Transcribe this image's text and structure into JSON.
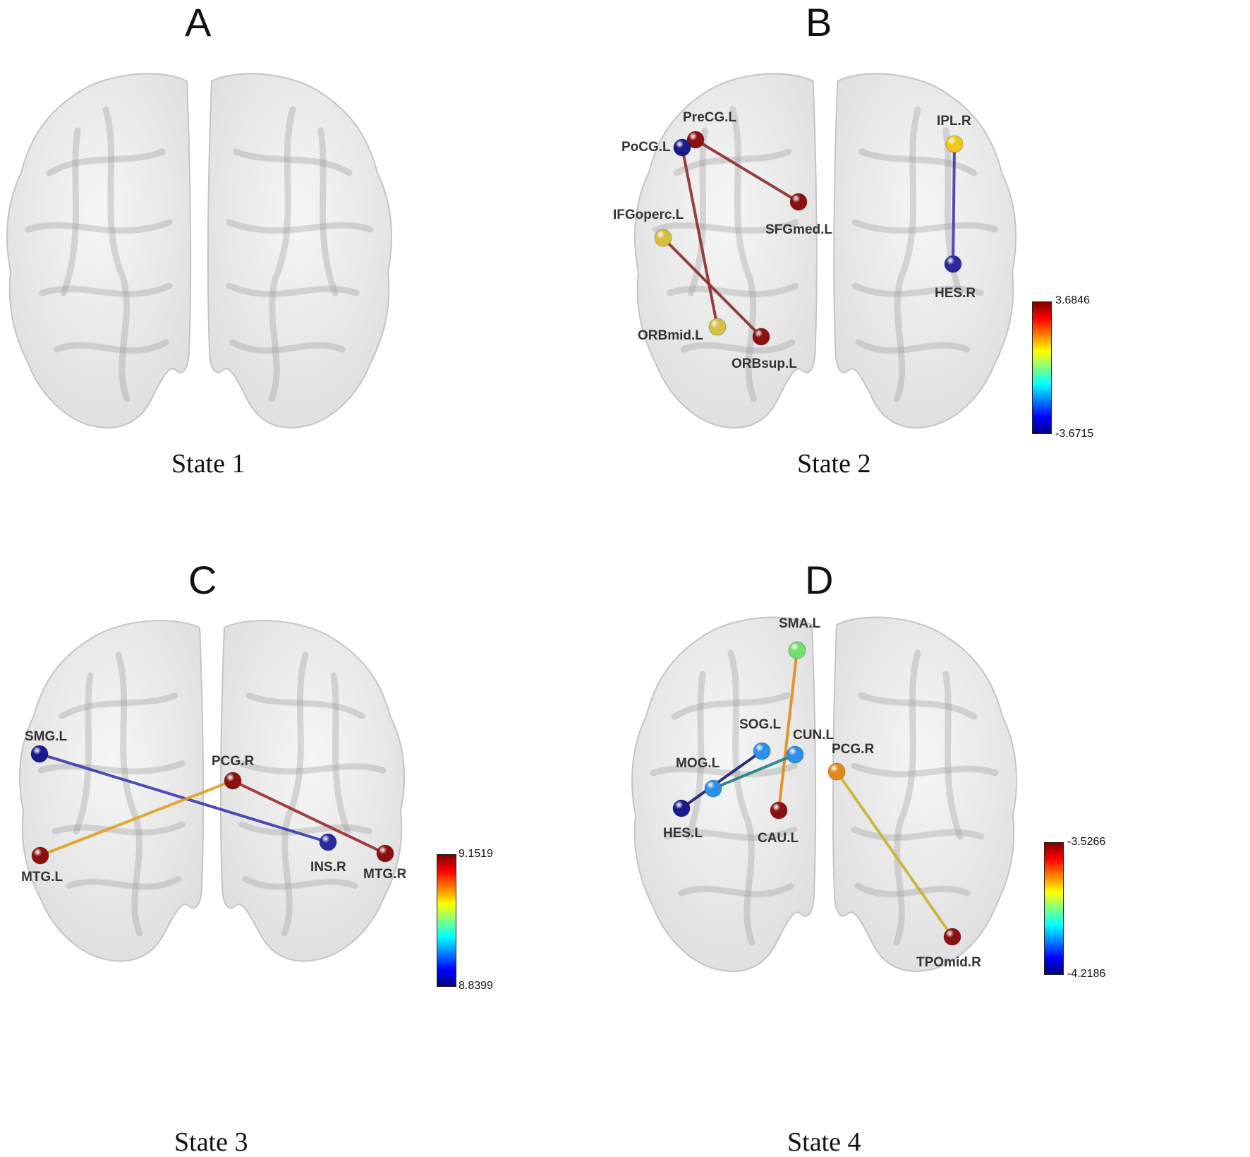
{
  "panels": [
    {
      "letter": "A",
      "state": "State 1",
      "nodes": [],
      "edges": [],
      "colorbar": null
    },
    {
      "letter": "B",
      "state": "State 2",
      "nodes": [
        {
          "id": "PreCG.L",
          "color": "#8b1010"
        },
        {
          "id": "PoCG.L",
          "color": "#1a1a8c"
        },
        {
          "id": "SFGmed.L",
          "color": "#8b1010"
        },
        {
          "id": "IFGoperc.L",
          "color": "#d6c040"
        },
        {
          "id": "ORBmid.L",
          "color": "#d6c040"
        },
        {
          "id": "ORBsup.L",
          "color": "#8b1010"
        },
        {
          "id": "IPL.R",
          "color": "#f2c81a"
        },
        {
          "id": "HES.R",
          "color": "#2a2aa0"
        }
      ],
      "edges": [
        {
          "from": "PreCG.L",
          "to": "SFGmed.L",
          "color": "#8b2a2a"
        },
        {
          "from": "PoCG.L",
          "to": "ORBmid.L",
          "color": "#8b2a2a"
        },
        {
          "from": "IFGoperc.L",
          "to": "ORBsup.L",
          "color": "#8b2a2a"
        },
        {
          "from": "IPL.R",
          "to": "HES.R",
          "color": "#3a3ab0"
        }
      ],
      "colorbar": {
        "max": "3.6846",
        "min": "-3.6715"
      }
    },
    {
      "letter": "C",
      "state": "State 3",
      "nodes": [
        {
          "id": "SMG.L",
          "color": "#1a1a8c"
        },
        {
          "id": "PCG.R",
          "color": "#8b1010"
        },
        {
          "id": "MTG.L",
          "color": "#8b1010"
        },
        {
          "id": "INS.R",
          "color": "#2a2aa0"
        },
        {
          "id": "MTG.R",
          "color": "#8b1010"
        }
      ],
      "edges": [
        {
          "from": "SMG.L",
          "to": "INS.R",
          "color": "#3a3ab0"
        },
        {
          "from": "PCG.R",
          "to": "MTG.L",
          "color": "#e0a020"
        },
        {
          "from": "PCG.R",
          "to": "MTG.R",
          "color": "#9a2a2a"
        }
      ],
      "colorbar": {
        "max": "9.1519",
        "min": "8.8399"
      }
    },
    {
      "letter": "D",
      "state": "State 4",
      "nodes": [
        {
          "id": "SMA.L",
          "color": "#6fe06f"
        },
        {
          "id": "SOG.L",
          "color": "#2a90e8"
        },
        {
          "id": "CUN.L",
          "color": "#2a90e8"
        },
        {
          "id": "MOG.L",
          "color": "#2a90e8"
        },
        {
          "id": "PCG.R",
          "color": "#e08a1a"
        },
        {
          "id": "HES.L",
          "color": "#1a1a8c"
        },
        {
          "id": "CAU.L",
          "color": "#8b1010"
        },
        {
          "id": "TPOmid.R",
          "color": "#8b1010"
        }
      ],
      "edges": [
        {
          "from": "SMA.L",
          "to": "CAU.L",
          "color": "#e08a1a"
        },
        {
          "from": "SOG.L",
          "to": "HES.L",
          "color": "#1a1a70"
        },
        {
          "from": "CUN.L",
          "to": "MOG.L",
          "color": "#208080"
        },
        {
          "from": "PCG.R",
          "to": "TPOmid.R",
          "color": "#c8b030"
        }
      ],
      "colorbar": {
        "max": "-3.5266",
        "min": "-4.2186"
      }
    }
  ]
}
